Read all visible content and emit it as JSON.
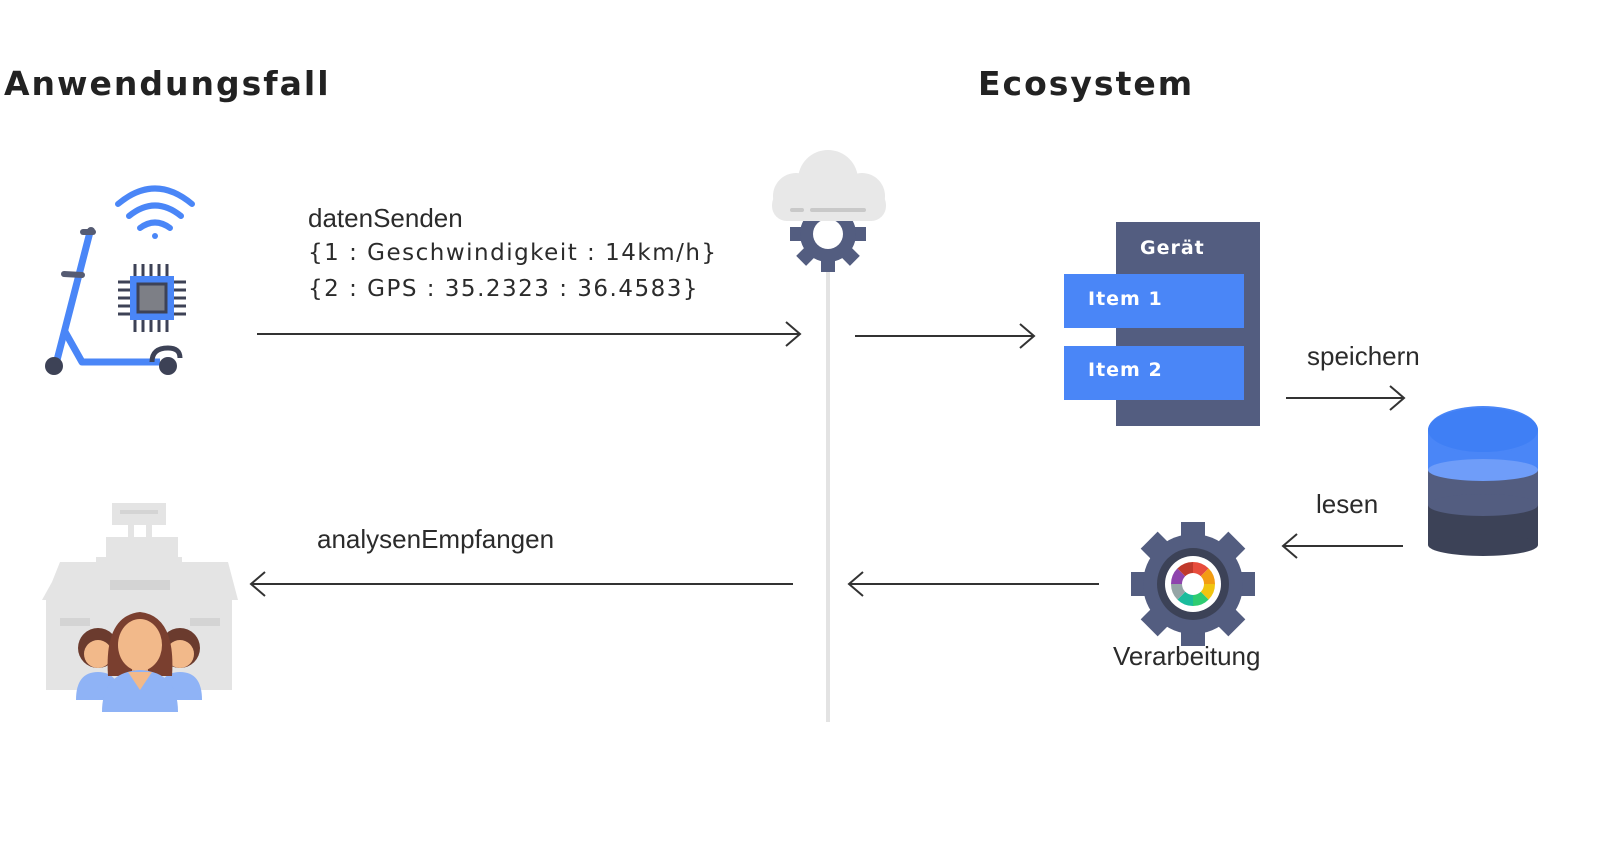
{
  "titles": {
    "left": "Anwendungsfall",
    "right": "Ecosystem"
  },
  "send": {
    "label": "datenSenden",
    "payload": [
      "{1 : Geschwindigkeit : 14km/h}",
      "{2 : GPS : 35.2323 : 36.4583}"
    ]
  },
  "receive": {
    "label": "analysenEmpfangen"
  },
  "device": {
    "title": "Gerät",
    "items": [
      "Item 1",
      "Item 2"
    ]
  },
  "storage": {
    "store_label": "speichern",
    "read_label": "lesen"
  },
  "processing": {
    "label": "Verarbeitung"
  },
  "colors": {
    "accent_blue": "#4a86f7",
    "slate": "#535d80",
    "dark_slate": "#3c4257",
    "light_gray": "#e6e6e6"
  },
  "icons": [
    "scooter-icon",
    "wifi-icon",
    "chip-icon",
    "cloud-gear-icon",
    "database-icon",
    "processing-gear-icon",
    "company-people-icon"
  ]
}
